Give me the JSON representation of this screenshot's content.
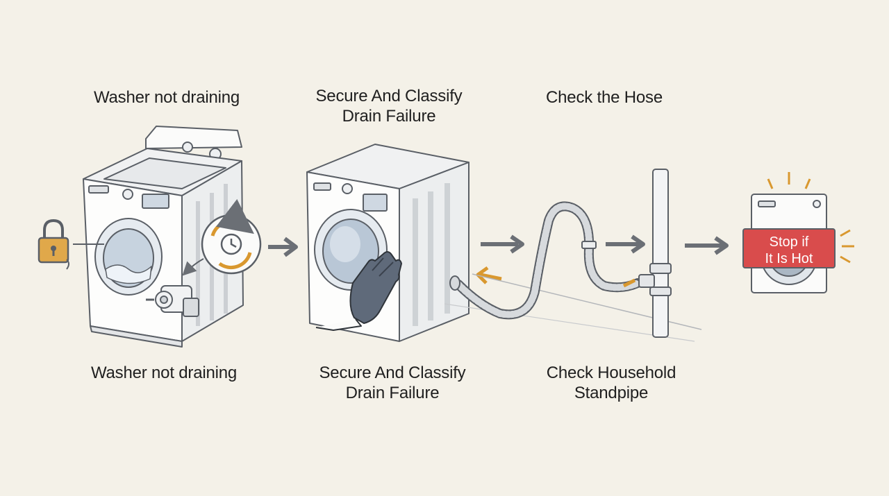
{
  "steps_top": [
    {
      "title": "Washer not draining"
    },
    {
      "title": "Secure And Classify Drain Failure",
      "line1": "Secure And Classify",
      "line2": "Drain Failure"
    },
    {
      "title": "Check the Hose"
    }
  ],
  "steps_bottom": [
    {
      "title": "Washer not draining"
    },
    {
      "title": "Secure And Classify Drain Failure",
      "line1": "Secure And Classify",
      "line2": "Drain Failure"
    },
    {
      "title": "Check Household Standpipe",
      "line1": "Check Household",
      "line2": "Standpipe"
    }
  ],
  "warning": {
    "line1": "Stop if",
    "line2": "It Is Hot"
  },
  "icons": [
    "padlock-icon",
    "timer-icon",
    "drain-pump-icon",
    "glove-icon",
    "drain-hose-icon",
    "standpipe-icon",
    "warning-washer-icon",
    "arrow-right-icon"
  ],
  "colors": {
    "background": "#f4f1e8",
    "stroke": "#5a5f66",
    "accent_orange": "#d9982f",
    "warning_red": "#d94c4c",
    "lock_fill": "#e0a84a"
  }
}
